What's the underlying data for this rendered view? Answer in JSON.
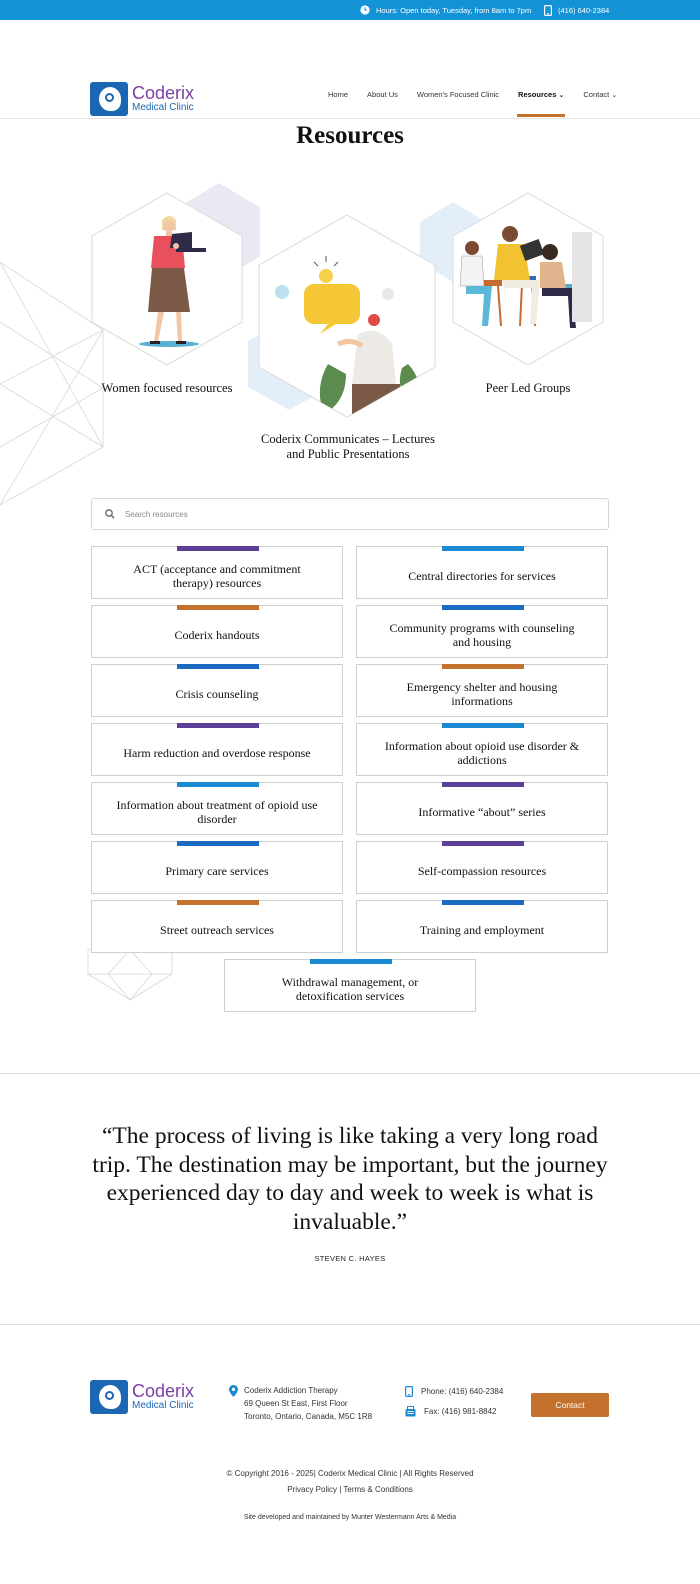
{
  "topbar": {
    "hours": "Hours: Open today, Tuesday, from 8am to 7pm",
    "phone": "(416) 640-2384"
  },
  "brand": {
    "line1": "Coderix",
    "line2": "Medical Clinic"
  },
  "nav": {
    "home": "Home",
    "about": "About Us",
    "women": "Women's Focused Clinic",
    "resources": "Resources",
    "contact": "Contact"
  },
  "page_title": "Resources",
  "features": {
    "women": "Women focused resources",
    "communicates": "Coderix Communicates – Lectures and Public Presentations",
    "peer": "Peer Led Groups"
  },
  "search": {
    "placeholder": "Search resources"
  },
  "resources": [
    {
      "label": "ACT (acceptance and commitment therapy) resources",
      "color": "#5c3f97"
    },
    {
      "label": "Central directories for services",
      "color": "#1a8bd2"
    },
    {
      "label": "Coderix handouts",
      "color": "#c3712c"
    },
    {
      "label": "Community programs with counseling and housing",
      "color": "#1b6bc2"
    },
    {
      "label": "Crisis counseling",
      "color": "#1b6bc2"
    },
    {
      "label": "Emergency shelter and housing informations",
      "color": "#c3712c"
    },
    {
      "label": "Harm reduction and overdose response",
      "color": "#5c3f97"
    },
    {
      "label": "Information about opioid use disorder & addictions",
      "color": "#1a8bd2"
    },
    {
      "label": "Information about treatment of opioid use disorder",
      "color": "#1a8bd2"
    },
    {
      "label": "Informative “about” series",
      "color": "#5c3f97"
    },
    {
      "label": "Primary care services",
      "color": "#1b6bc2"
    },
    {
      "label": "Self-compassion resources",
      "color": "#5c3f97"
    },
    {
      "label": "Street outreach services",
      "color": "#c3712c"
    },
    {
      "label": "Training and employment",
      "color": "#1b6bc2"
    },
    {
      "label": "Withdrawal management, or detoxification services",
      "color": "#1a8bd2"
    }
  ],
  "quote": {
    "text": "“The process of living is like taking a very long road trip. The destination may be important, but the journey experienced day to day and week to week is what is invaluable.”",
    "author": "STEVEN C. HAYES"
  },
  "footer": {
    "org": "Coderix Addiction Therapy",
    "street": "69 Queen St East, First Floor",
    "city": "Toronto, Ontario, Canada, M5C 1R8",
    "phone": "Phone: (416) 640-2384",
    "fax": "Fax: (416) 981-8842",
    "contact_button": "Contact",
    "copyright": "© Copyright 2016 - 2025| Coderix Medical Clinic | All Rights Reserved",
    "privacy": "Privacy Policy",
    "divider": "|",
    "terms": "Terms & Conditions",
    "credit": "Site developed and maintained by Munter Westermann Arts & Media"
  },
  "colors": {
    "topbar": "#1393d5",
    "accent": "#c3712c",
    "brand_blue": "#1b67b3",
    "brand_purple": "#7b3fa0"
  }
}
